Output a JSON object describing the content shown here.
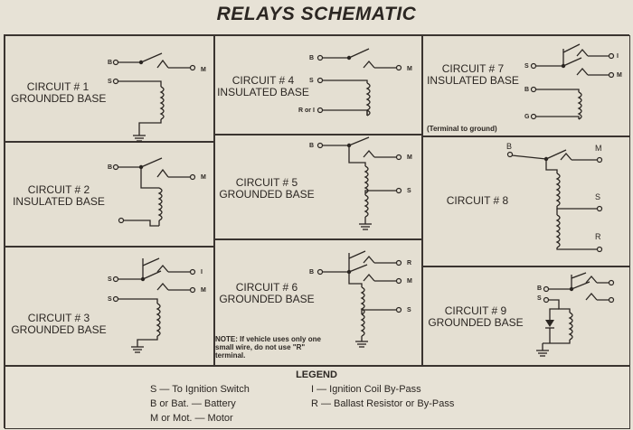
{
  "title": "RELAYS SCHEMATIC",
  "circuits": {
    "c1": {
      "name": "CIRCUIT # 1",
      "type": "GROUNDED BASE",
      "terms": [
        "B",
        "S",
        "M"
      ]
    },
    "c2": {
      "name": "CIRCUIT # 2",
      "type": "INSULATED BASE",
      "terms": [
        "B",
        "M"
      ]
    },
    "c3": {
      "name": "CIRCUIT # 3",
      "type": "GROUNDED BASE",
      "terms": [
        "S",
        "S",
        "I",
        "M"
      ]
    },
    "c4": {
      "name": "CIRCUIT # 4",
      "type": "INSULATED BASE",
      "terms": [
        "B",
        "S",
        "R or I",
        "M"
      ]
    },
    "c5": {
      "name": "CIRCUIT # 5",
      "type": "GROUNDED BASE",
      "terms": [
        "B",
        "M",
        "S"
      ]
    },
    "c6": {
      "name": "CIRCUIT # 6",
      "type": "GROUNDED BASE",
      "terms": [
        "B",
        "R",
        "M",
        "S"
      ],
      "note": "NOTE: If vehicle uses only one small wire, do not use \"R\" terminal."
    },
    "c7": {
      "name": "CIRCUIT # 7",
      "type": "INSULATED BASE",
      "terms": [
        "S",
        "B",
        "I",
        "M",
        "G"
      ],
      "note": "(Terminal to ground)"
    },
    "c8": {
      "name": "CIRCUIT # 8",
      "terms": [
        "B",
        "M",
        "S",
        "R"
      ]
    },
    "c9": {
      "name": "CIRCUIT # 9",
      "type": "GROUNDED BASE",
      "terms": [
        "B",
        "S"
      ]
    }
  },
  "legend": {
    "title": "LEGEND",
    "items": [
      "S — To Ignition Switch",
      "B or Bat. — Battery",
      "M or Mot. — Motor",
      "I — Ignition Coil By-Pass",
      "R — Ballast Resistor or By-Pass"
    ]
  }
}
